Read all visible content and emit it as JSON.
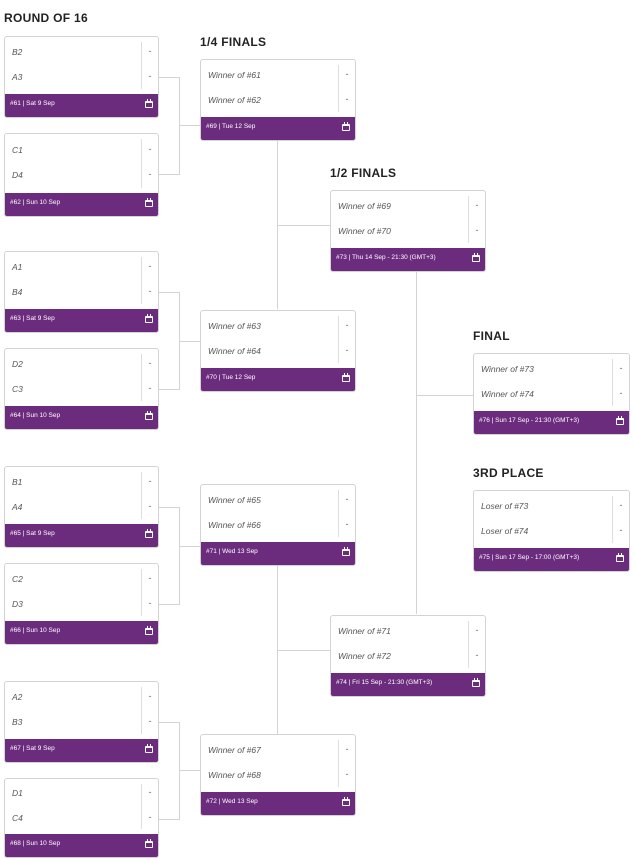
{
  "headings": {
    "r16": "ROUND OF 16",
    "qf": "1/4 FINALS",
    "sf": "1/2 FINALS",
    "final": "FINAL",
    "third": "3RD PLACE"
  },
  "matches": [
    {
      "team1": "B2",
      "team2": "A3",
      "score1": "-",
      "score2": "-",
      "info": "#61 | Sat 9 Sep"
    },
    {
      "team1": "C1",
      "team2": "D4",
      "score1": "-",
      "score2": "-",
      "info": "#62 | Sun 10 Sep"
    },
    {
      "team1": "A1",
      "team2": "B4",
      "score1": "-",
      "score2": "-",
      "info": "#63 | Sat 9 Sep"
    },
    {
      "team1": "D2",
      "team2": "C3",
      "score1": "-",
      "score2": "-",
      "info": "#64 | Sun 10 Sep"
    },
    {
      "team1": "B1",
      "team2": "A4",
      "score1": "-",
      "score2": "-",
      "info": "#65 | Sat 9 Sep"
    },
    {
      "team1": "C2",
      "team2": "D3",
      "score1": "-",
      "score2": "-",
      "info": "#66 | Sun 10 Sep"
    },
    {
      "team1": "A2",
      "team2": "B3",
      "score1": "-",
      "score2": "-",
      "info": "#67 | Sat 9 Sep"
    },
    {
      "team1": "D1",
      "team2": "C4",
      "score1": "-",
      "score2": "-",
      "info": "#68 | Sun 10 Sep"
    },
    {
      "team1": "Winner of #61",
      "team2": "Winner of #62",
      "score1": "-",
      "score2": "-",
      "info": "#69 | Tue 12 Sep"
    },
    {
      "team1": "Winner of #63",
      "team2": "Winner of #64",
      "score1": "-",
      "score2": "-",
      "info": "#70 | Tue 12 Sep"
    },
    {
      "team1": "Winner of #65",
      "team2": "Winner of #66",
      "score1": "-",
      "score2": "-",
      "info": "#71 | Wed 13 Sep"
    },
    {
      "team1": "Winner of #67",
      "team2": "Winner of #68",
      "score1": "-",
      "score2": "-",
      "info": "#72 | Wed 13 Sep"
    },
    {
      "team1": "Winner of #69",
      "team2": "Winner of #70",
      "score1": "-",
      "score2": "-",
      "info": "#73 | Thu 14 Sep - 21:30 (GMT+3)"
    },
    {
      "team1": "Winner of #71",
      "team2": "Winner of #72",
      "score1": "-",
      "score2": "-",
      "info": "#74 | Fri 15 Sep - 21:30 (GMT+3)"
    },
    {
      "team1": "Winner of #73",
      "team2": "Winner of #74",
      "score1": "-",
      "score2": "-",
      "info": "#76 | Sun 17 Sep - 21:30 (GMT+3)"
    },
    {
      "team1": "Loser of #73",
      "team2": "Loser of #74",
      "score1": "-",
      "score2": "-",
      "info": "#75 | Sun 17 Sep - 17:00 (GMT+3)"
    }
  ]
}
